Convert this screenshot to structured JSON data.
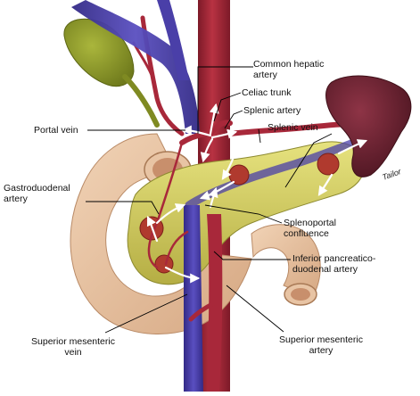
{
  "labels": {
    "common_hepatic_artery": [
      "Common hepatic",
      "artery"
    ],
    "celiac_trunk": "Celiac trunk",
    "splenic_artery": "Splenic artery",
    "portal_vein": "Portal vein",
    "splenic_vein": "Splenic vein",
    "gastroduodenal_artery": [
      "Gastroduodenal",
      "artery"
    ],
    "splenoportal_confluence": [
      "Splenoportal",
      "confluence"
    ],
    "inferior_pancreaticoduodenal_artery": [
      "Inferior pancreatico-",
      "duodenal artery"
    ],
    "superior_mesenteric_vein": [
      "Superior mesenteric",
      "vein"
    ],
    "superior_mesenteric_artery": [
      "Superior mesenteric",
      "artery"
    ]
  },
  "signature": "Tailor",
  "colors": {
    "artery": "#a8283a",
    "artery_dark": "#7d1a28",
    "vein": "#4a3fa8",
    "vein_dark": "#332a86",
    "pancreas": "#d8d46a",
    "pancreas_shade": "#a9a43e",
    "duodenum": "#e8c4a4",
    "duodenum_shade": "#c99a76",
    "gallbladder": "#8e9a2c",
    "spleen": "#6e2434",
    "tumor": "#b03a2e",
    "arrow": "#ffffff",
    "leader": "#000000"
  }
}
